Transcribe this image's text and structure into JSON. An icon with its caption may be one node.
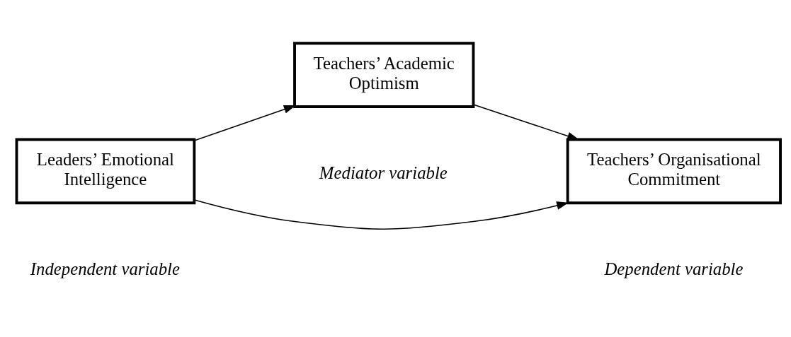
{
  "diagram": {
    "nodes": [
      {
        "text": [
          "Leaders’ Emotional Intelligence"
        ],
        "beside": [
          "Independent variable"
        ]
      },
      {
        "text": [
          "Teachers’ Academic Optimism"
        ],
        "beside": [
          "Mediator variable"
        ]
      },
      {
        "text": [
          "Teachers’ Organisational Commitment"
        ],
        "beside": [
          "Dependent variable"
        ]
      }
    ],
    "edges": [
      {
        "from": 0,
        "to": 1,
        "arrow": "to"
      },
      {
        "from": 1,
        "to": 2,
        "arrow": "to"
      },
      {
        "from": 0,
        "to": 2,
        "arrow": "to"
      }
    ]
  }
}
